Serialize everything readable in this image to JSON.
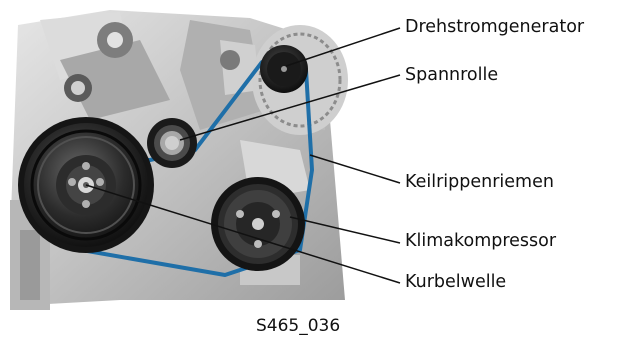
{
  "labels": {
    "generator": "Drehstromgenerator",
    "tensioner": "Spannrolle",
    "belt": "Keilrippenriemen",
    "compressor": "Klimakompressor",
    "crankshaft": "Kurbelwelle"
  },
  "caption": "S465_036",
  "colors": {
    "belt": "#1f6fa8",
    "leader_line": "#111111",
    "engine_dark": "#2a2a2a",
    "engine_mid": "#8a8a8a",
    "engine_light": "#d4d4d4"
  }
}
